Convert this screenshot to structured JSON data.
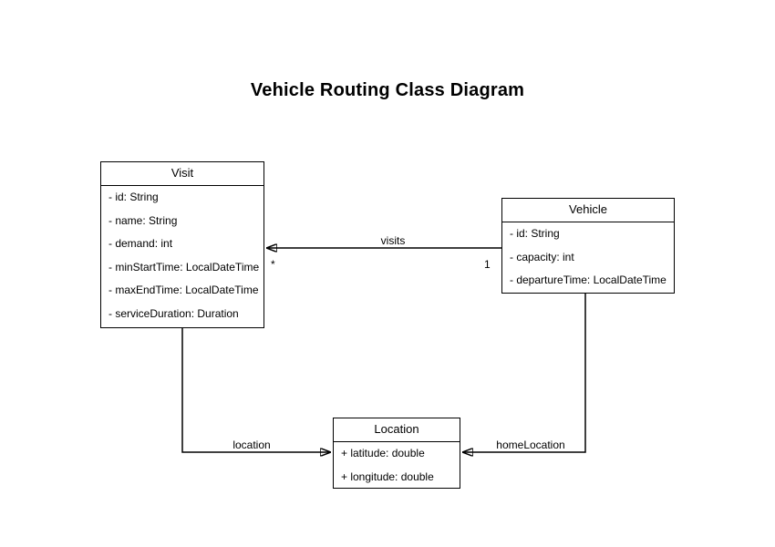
{
  "title": "Vehicle Routing Class Diagram",
  "classes": [
    {
      "name": "Visit",
      "attributes": [
        "- id: String",
        "- name: String",
        "- demand: int",
        "- minStartTime: LocalDateTime",
        "- maxEndTime: LocalDateTime",
        "- serviceDuration: Duration"
      ]
    },
    {
      "name": "Vehicle",
      "attributes": [
        "- id: String",
        "- capacity: int",
        "- departureTime: LocalDateTime"
      ]
    },
    {
      "name": "Location",
      "attributes": [
        "+ latitude: double",
        "+ longitude: double"
      ]
    }
  ],
  "edges": [
    {
      "label": "visits",
      "source": "Vehicle",
      "target": "Visit",
      "source_multiplicity": "1",
      "target_multiplicity": "*"
    },
    {
      "label": "location",
      "source": "Visit",
      "target": "Location"
    },
    {
      "label": "homeLocation",
      "source": "Vehicle",
      "target": "Location"
    }
  ],
  "colors": {
    "stroke": "#000000",
    "text": "#000000",
    "background": "#ffffff"
  }
}
